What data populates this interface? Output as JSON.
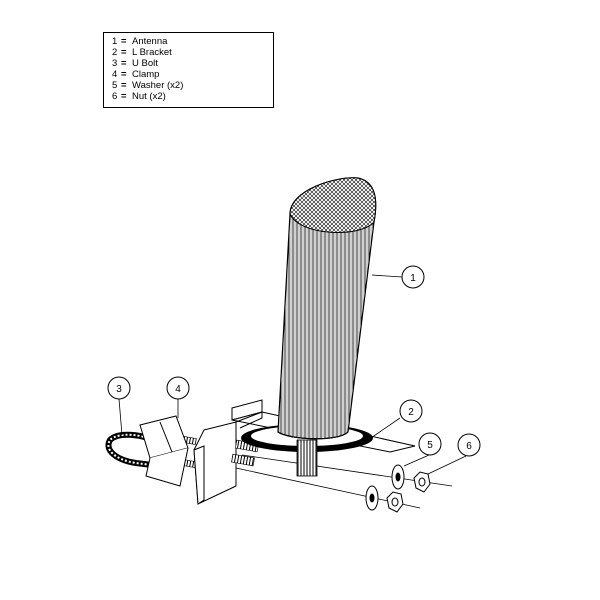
{
  "legend": {
    "items": [
      {
        "number": "1",
        "label": "Antenna"
      },
      {
        "number": "2",
        "label": "L Bracket"
      },
      {
        "number": "3",
        "label": "U Bolt"
      },
      {
        "number": "4",
        "label": "Clamp"
      },
      {
        "number": "5",
        "label": "Washer (x2)"
      },
      {
        "number": "6",
        "label": "Nut (x2)"
      }
    ],
    "separator": "="
  },
  "callouts": {
    "antenna": "1",
    "l_bracket": "2",
    "u_bolt": "3",
    "clamp": "4",
    "washer": "5",
    "nut": "6"
  }
}
